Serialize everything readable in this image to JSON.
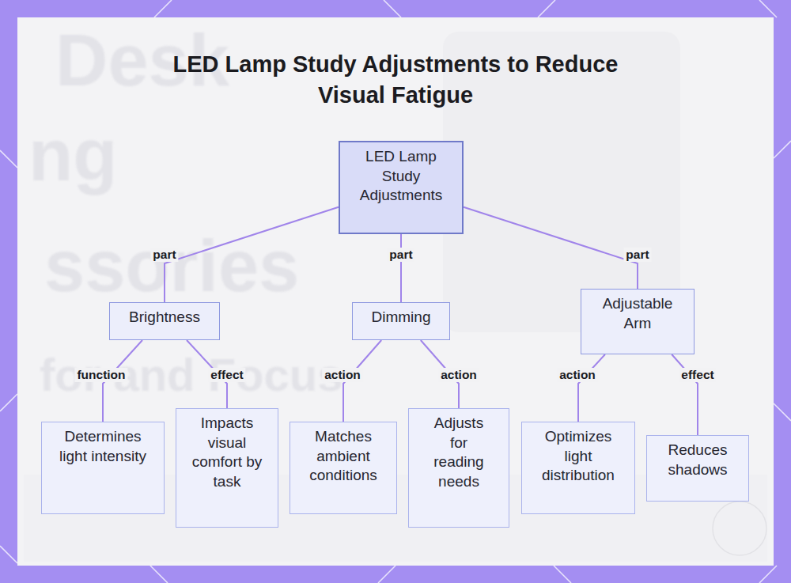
{
  "diagram": {
    "title": "LED Lamp Study Adjustments to Reduce Visual Fatigue",
    "nodes": [
      {
        "text": [
          "LED Lamp Study Adjustments"
        ]
      },
      {
        "text": [
          "Brightness"
        ]
      },
      {
        "text": [
          "Dimming"
        ]
      },
      {
        "text": [
          "Adjustable Arm"
        ]
      },
      {
        "text": [
          "Determines light intensity"
        ]
      },
      {
        "text": [
          "Impacts visual comfort by task"
        ]
      },
      {
        "text": [
          "Matches ambient conditions"
        ]
      },
      {
        "text": [
          "Adjusts for reading needs"
        ]
      },
      {
        "text": [
          "Optimizes light distribution"
        ]
      },
      {
        "text": [
          "Reduces shadows"
        ]
      }
    ],
    "edges": [
      {
        "from": 0,
        "to": 1,
        "arrow": "none",
        "label": "part"
      },
      {
        "from": 0,
        "to": 2,
        "arrow": "none",
        "label": "part"
      },
      {
        "from": 0,
        "to": 3,
        "arrow": "none",
        "label": "part"
      },
      {
        "from": 1,
        "to": 4,
        "arrow": "none",
        "label": "function"
      },
      {
        "from": 1,
        "to": 5,
        "arrow": "none",
        "label": "effect"
      },
      {
        "from": 2,
        "to": 6,
        "arrow": "none",
        "label": "action"
      },
      {
        "from": 2,
        "to": 7,
        "arrow": "none",
        "label": "action"
      },
      {
        "from": 3,
        "to": 8,
        "arrow": "none",
        "label": "action"
      },
      {
        "from": 3,
        "to": 9,
        "arrow": "none",
        "label": "effect"
      }
    ],
    "labels": [
      "Desk",
      "ng",
      "ssories",
      "for and Focus"
    ]
  }
}
